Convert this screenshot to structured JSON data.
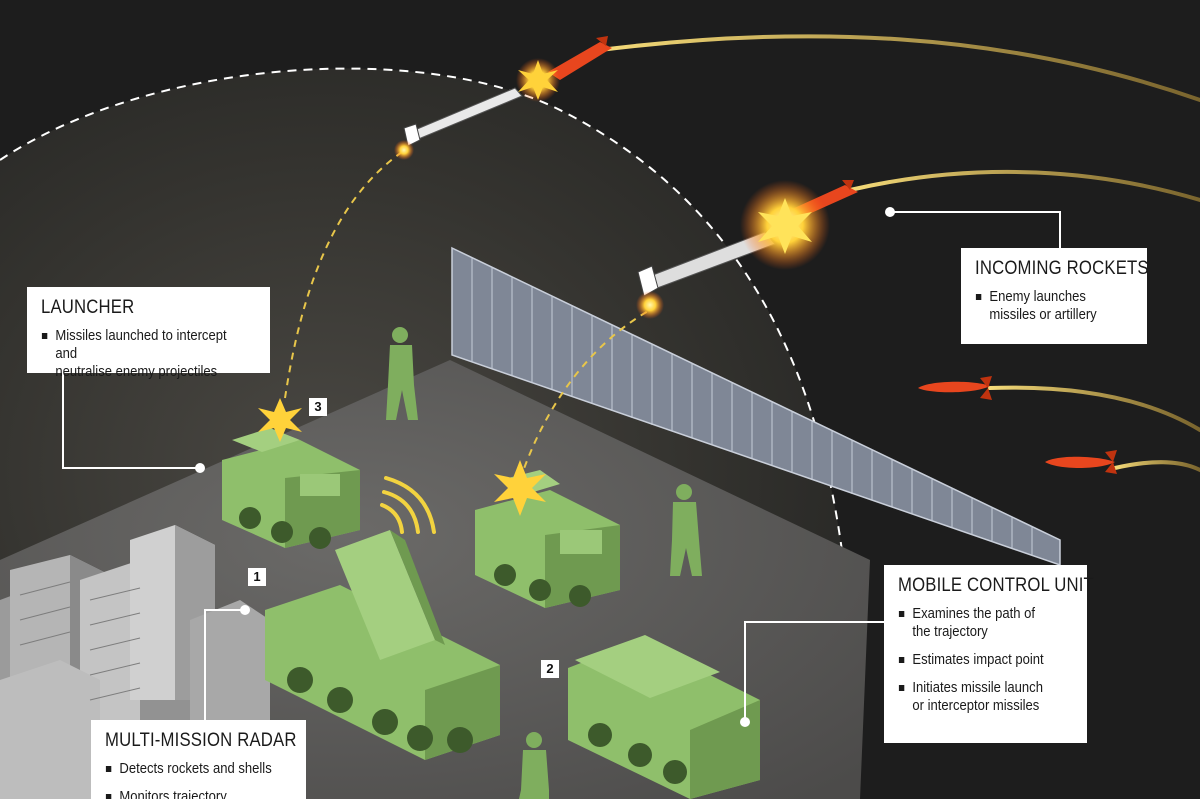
{
  "callouts": {
    "launcher": {
      "title": "LAUNCHER",
      "bullets": [
        "Missiles launched to intercept and\nneutralise enemy projectiles"
      ]
    },
    "incoming": {
      "title": "INCOMING ROCKETS",
      "bullets": [
        "Enemy launches\nmissiles or artillery"
      ]
    },
    "control": {
      "title": "MOBILE CONTROL UNIT",
      "bullets": [
        "Examines the path of\nthe trajectory",
        "Estimates impact point",
        "Initiates missile launch\nor interceptor missiles"
      ]
    },
    "radar": {
      "title": "MULTI-MISSION RADAR",
      "bullets": [
        "Detects rockets and shells",
        "Monitors trajectory"
      ]
    }
  },
  "markers": {
    "radar": "1",
    "control": "2",
    "launcher": "3"
  },
  "colors": {
    "background": "#1d1d1d",
    "dome": "#2e2d2a",
    "ground": "#585756",
    "vehicle": "#8fbf6b",
    "vehicle_dark": "#5f8a45",
    "rocket": "#e8461e",
    "trail": "#d9b84a",
    "callout": "#ffffff"
  }
}
